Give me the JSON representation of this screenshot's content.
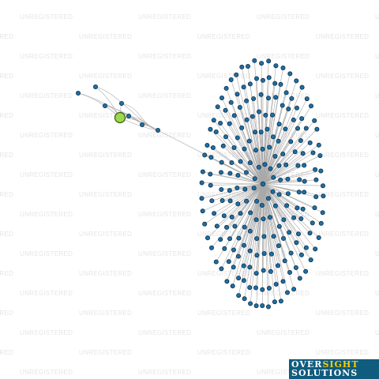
{
  "watermark": {
    "text": "UNREGISTERED"
  },
  "brand": {
    "word1": "OVER",
    "word2": "SIGHT",
    "word3": "SOLUTIONS"
  },
  "colors": {
    "node": "#1f6fa3",
    "center_node": "#9fd84a",
    "edge": "#a9a9a9",
    "brand_bg": "#0f5c7f",
    "brand_highlight": "#ffcc00"
  },
  "graph": {
    "leaf_count": 230,
    "left_cluster_count": 6
  }
}
